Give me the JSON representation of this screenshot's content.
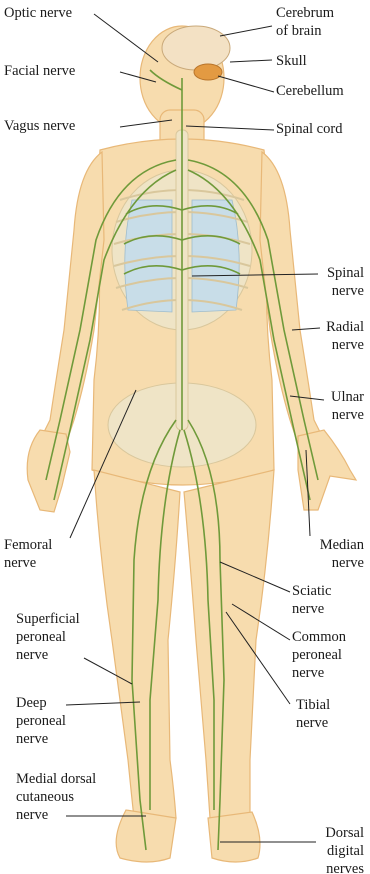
{
  "labels": {
    "optic_nerve": "Optic nerve",
    "cerebrum": "Cerebrum\nof brain",
    "facial_nerve": "Facial nerve",
    "skull": "Skull",
    "cerebellum": "Cerebellum",
    "vagus_nerve": "Vagus nerve",
    "spinal_cord": "Spinal cord",
    "spinal_nerve": "Spinal\nnerve",
    "radial_nerve": "Radial\nnerve",
    "ulnar_nerve": "Ulnar\nnerve",
    "femoral_nerve": "Femoral\nnerve",
    "median_nerve": "Median\nnerve",
    "sciatic_nerve": "Sciatic\nnerve",
    "superficial_peroneal": "Superficial\nperoneal\nnerve",
    "common_peroneal": "Common\nperoneal\nnerve",
    "deep_peroneal": "Deep\nperoneal\nnerve",
    "tibial_nerve": "Tibial\nnerve",
    "medial_dorsal": "Medial dorsal\ncutaneous\nnerve",
    "dorsal_digital": "Dorsal\ndigital\nnerves"
  },
  "colors": {
    "skin": "#f7dcae",
    "skin_edge": "#e8b878",
    "bone": "#efe4c6",
    "lung": "#c8dde8",
    "brain": "#f3e1c4",
    "cerebellum": "#e39a42",
    "nerve": "#6f9a3a",
    "leader": "#222222"
  }
}
